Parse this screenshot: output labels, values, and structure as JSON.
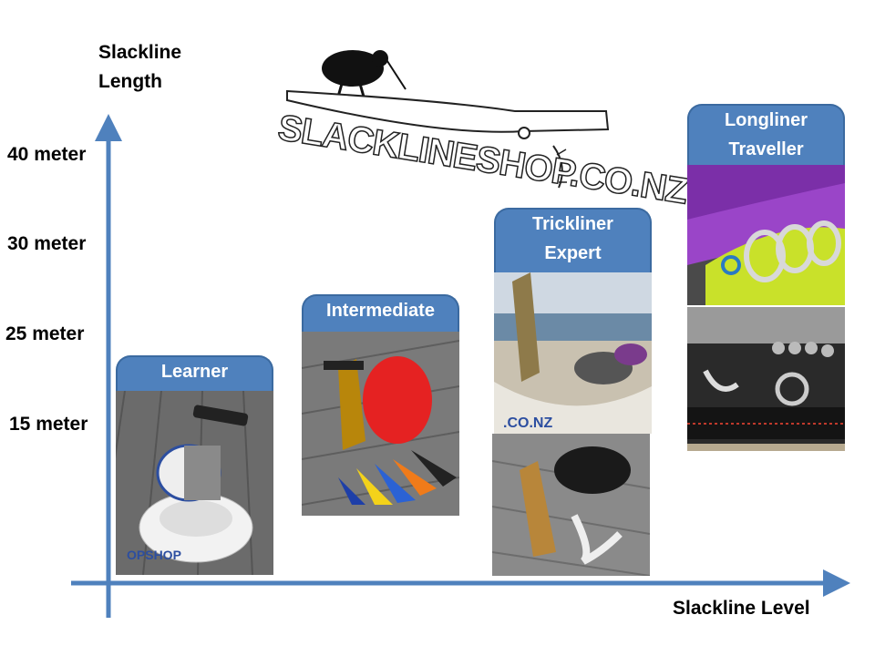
{
  "y_axis": {
    "title_line1": "Slackline",
    "title_line2": "Length",
    "ticks": [
      "40 meter",
      "30 meter",
      "25 meter",
      "15 meter"
    ]
  },
  "x_axis": {
    "title": "Slackline Level"
  },
  "logo": {
    "text": "SLACKLINESHOP.CO.NZ"
  },
  "levels": [
    {
      "label": [
        "Learner"
      ]
    },
    {
      "label": [
        "Intermediate"
      ]
    },
    {
      "label": [
        "Trickliner",
        "Expert"
      ]
    },
    {
      "label": [
        "Longliner",
        "Traveller"
      ]
    }
  ],
  "colors": {
    "axis": "#4f81bd",
    "tab": "#4f81bd",
    "tab_text": "#ffffff"
  }
}
